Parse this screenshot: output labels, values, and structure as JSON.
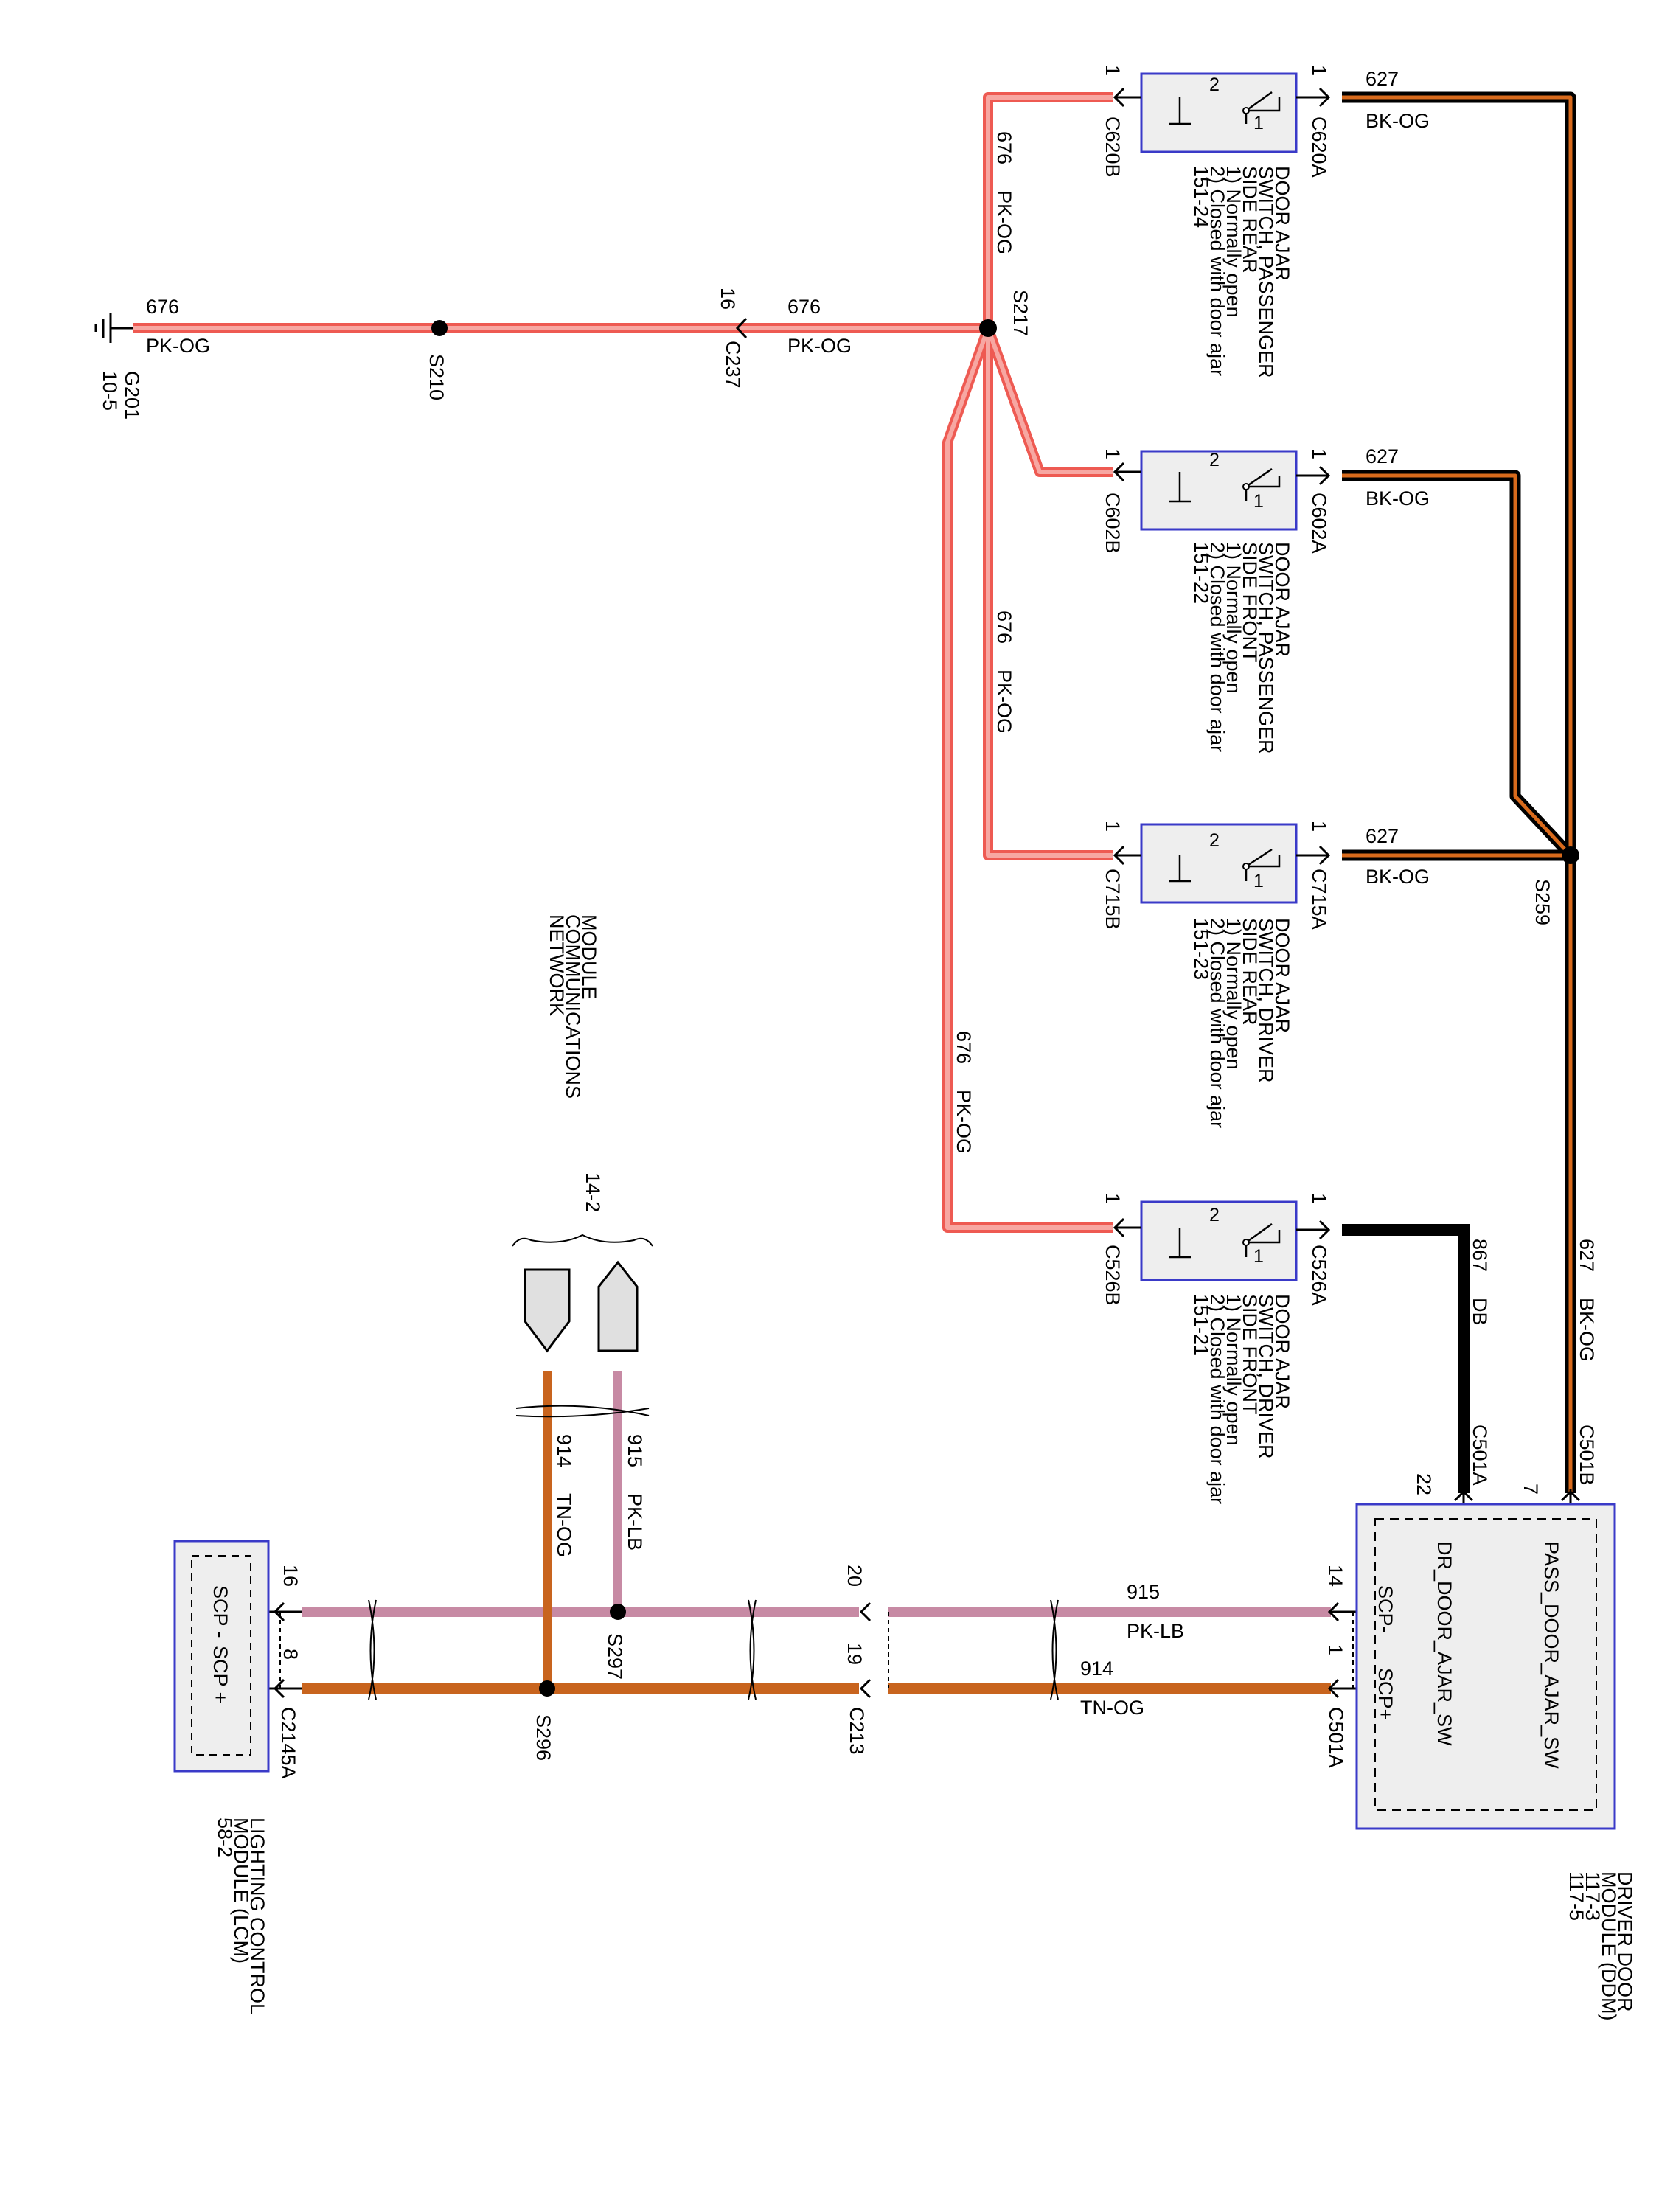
{
  "colors": {
    "pk_og": "#ee5a52",
    "pk_og_light": "#f7a7a2",
    "bk_og": "#000000",
    "bk_og_stripe": "#d86a1c",
    "db": "#000000",
    "pk_lb": "#c78aa4",
    "tn_og": "#c8641e",
    "box_border": "#3a3ac8",
    "box_fill": "#eeeeee"
  },
  "wires": {
    "w676": "676",
    "pk_og": "PK-OG",
    "w627": "627",
    "bk_og": "BK-OG",
    "w867": "867",
    "db": "DB",
    "w915": "915",
    "pk_lb": "PK-LB",
    "w914": "914",
    "tn_og": "TN-OG"
  },
  "ground": {
    "name": "G201",
    "ref": "10-5"
  },
  "splices": {
    "s210": "S210",
    "s217": "S217",
    "s259": "S259",
    "s296": "S296",
    "s297": "S297"
  },
  "connectors": {
    "c237": {
      "name": "C237",
      "pin": "16"
    },
    "c213": {
      "name": "C213",
      "pin_top": "20",
      "pin_bottom": "19"
    },
    "c2145a": {
      "name": "C2145A",
      "pin_top": "16",
      "pin_bottom": "8"
    },
    "c501a_bus": {
      "name": "C501A",
      "pin_top": "14",
      "pin_bottom": "1"
    },
    "c501a_dr": {
      "name": "C501A",
      "pin": "22"
    },
    "c501b": {
      "name": "C501B",
      "pin": "7"
    },
    "pin_1": "1",
    "pin_2": "2"
  },
  "switches": [
    {
      "left_conn": "C620B",
      "right_conn": "C620A",
      "lines": [
        "DOOR AJAR",
        "SWITCH, PASSENGER",
        "SIDE REAR",
        "1) Normally open",
        "2) Closed with door ajar",
        "151-24"
      ]
    },
    {
      "left_conn": "C602B",
      "right_conn": "C602A",
      "lines": [
        "DOOR AJAR",
        "SWITCH, PASSENGER",
        "SIDE FRONT",
        "1) Normally open",
        "2) Closed with door ajar",
        "151-22"
      ]
    },
    {
      "left_conn": "C715B",
      "right_conn": "C715A",
      "lines": [
        "DOOR AJAR",
        "SWITCH, DRIVER",
        "SIDE REAR",
        "1) Normally open",
        "2) Closed with door ajar",
        "151-23"
      ]
    },
    {
      "left_conn": "C526B",
      "right_conn": "C526A",
      "lines": [
        "DOOR AJAR",
        "SWITCH, DRIVER",
        "SIDE FRONT",
        "1) Normally open",
        "2) Closed with door ajar",
        "151-21"
      ]
    }
  ],
  "network": {
    "lines": [
      "MODULE",
      "COMMUNICATIONS",
      "NETWORK"
    ],
    "ref": "14-2"
  },
  "ddm": {
    "pin_pass": "PASS_DOOR_AJAR_SW",
    "pin_dr": "DR_DOOR_AJAR_SW",
    "scp_minus": "SCP-",
    "scp_plus": "SCP+",
    "lines": [
      "DRIVER DOOR",
      "MODULE (DDM)",
      "117-3",
      "117-5"
    ]
  },
  "lcm": {
    "scp_minus": "SCP -",
    "scp_plus": "SCP +",
    "lines": [
      "LIGHTING CONTROL",
      "MODULE (LCM)",
      "58-2"
    ]
  }
}
